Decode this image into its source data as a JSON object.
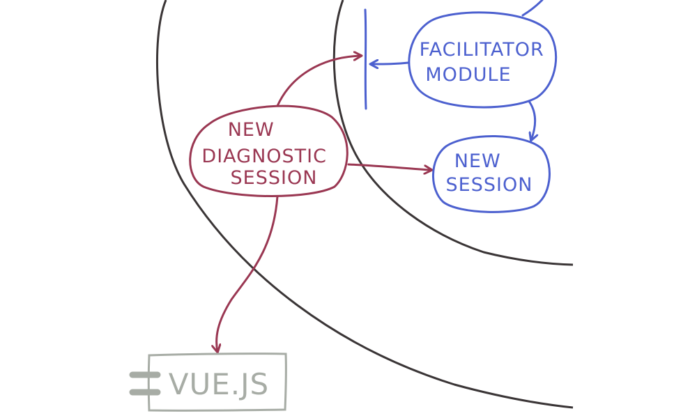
{
  "colors": {
    "ring": "#3a3536",
    "blue": "#4c60cf",
    "maroon": "#9a3752",
    "gray": "#a7aca5"
  },
  "nodes": {
    "new_diagnostic_session": {
      "lines": [
        "NEW",
        "DIAGNOSTIC",
        "SESSION"
      ]
    },
    "facilitator_module": {
      "lines": [
        "FACILITATOR",
        "MODULE"
      ]
    },
    "new_session": {
      "lines": [
        "NEW",
        "SESSION"
      ]
    },
    "vue_js": {
      "label": "VUE.JS",
      "icon": "component-icon"
    }
  }
}
